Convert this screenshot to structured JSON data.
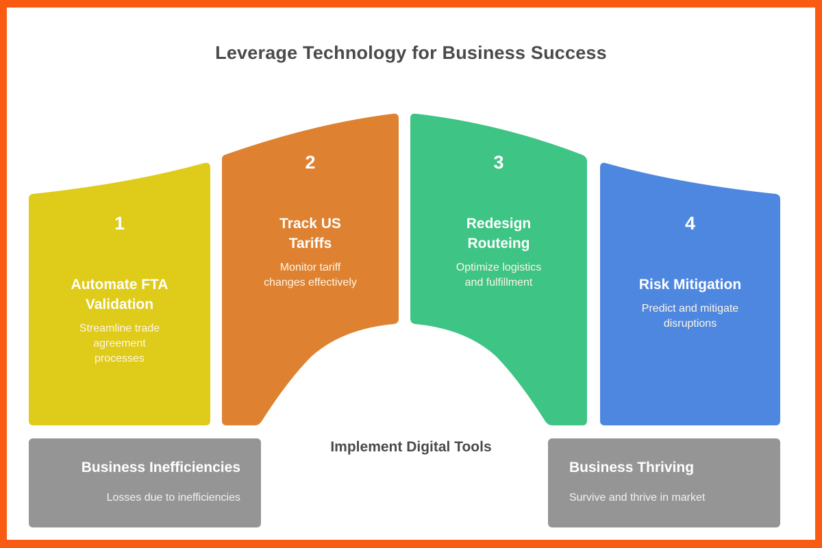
{
  "title": "Leverage Technology for Business Success",
  "colors": {
    "frame": "#FA5B13",
    "background": "#FFFFFF",
    "step1": "#DFCB19",
    "step2": "#DE8231",
    "step3": "#3EC484",
    "step4": "#4E87E0",
    "outcome_box": "#959595",
    "heading_text": "#4A4A4A"
  },
  "steps": [
    {
      "number": "1",
      "title": "Automate FTA Validation",
      "title_lines": [
        "Automate FTA",
        "Validation"
      ],
      "description": "Streamline trade agreement processes",
      "description_lines": [
        "Streamline trade",
        "agreement",
        "processes"
      ]
    },
    {
      "number": "2",
      "title": "Track US Tariffs",
      "title_lines": [
        "Track US",
        "Tariffs"
      ],
      "description": "Monitor tariff changes effectively",
      "description_lines": [
        "Monitor tariff",
        "changes effectively"
      ]
    },
    {
      "number": "3",
      "title": "Redesign Routeing",
      "title_lines": [
        "Redesign",
        "Routeing"
      ],
      "description": "Optimize logistics and fulfillment",
      "description_lines": [
        "Optimize logistics",
        "and fulfillment"
      ]
    },
    {
      "number": "4",
      "title": "Risk Mitigation",
      "title_lines": [
        "Risk Mitigation"
      ],
      "description": "Predict and mitigate disruptions",
      "description_lines": [
        "Predict and mitigate",
        "disruptions"
      ]
    }
  ],
  "start": {
    "title": "Business Inefficiencies",
    "description": "Losses due to inefficiencies"
  },
  "bridge_label": "Implement Digital Tools",
  "end": {
    "title": "Business Thriving",
    "description": "Survive and thrive in market"
  }
}
